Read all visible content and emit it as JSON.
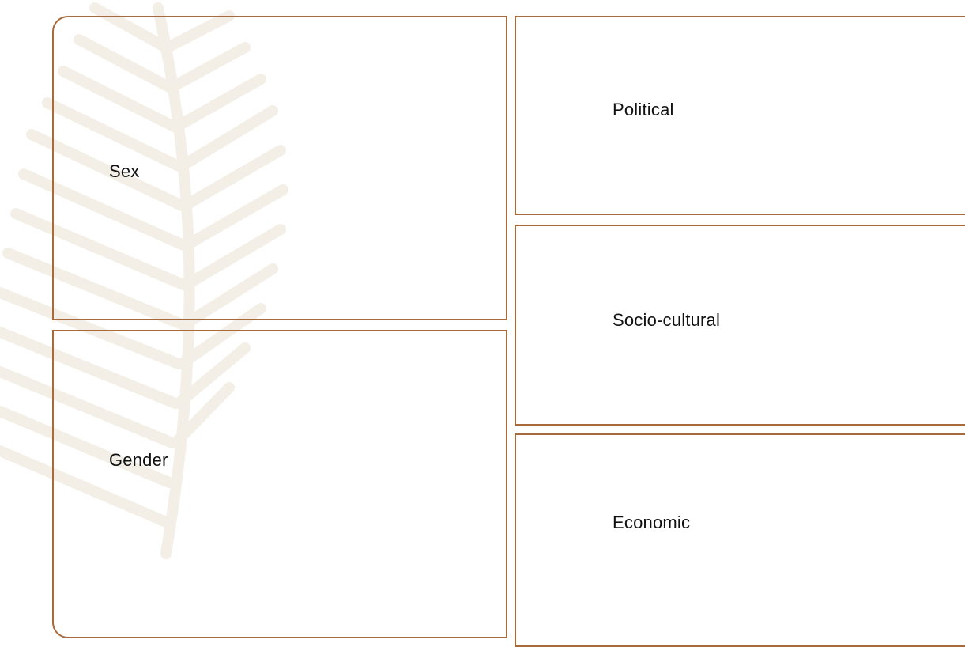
{
  "diagram": {
    "left_boxes": [
      {
        "label": "Sex"
      },
      {
        "label": "Gender"
      }
    ],
    "right_boxes": [
      {
        "label": "Political"
      },
      {
        "label": "Socio-cultural"
      },
      {
        "label": "Economic"
      }
    ],
    "colors": {
      "border": "#a86a3a",
      "background": "#ffffff",
      "leaf_watermark": "#f3efe6",
      "text": "#111111"
    }
  }
}
